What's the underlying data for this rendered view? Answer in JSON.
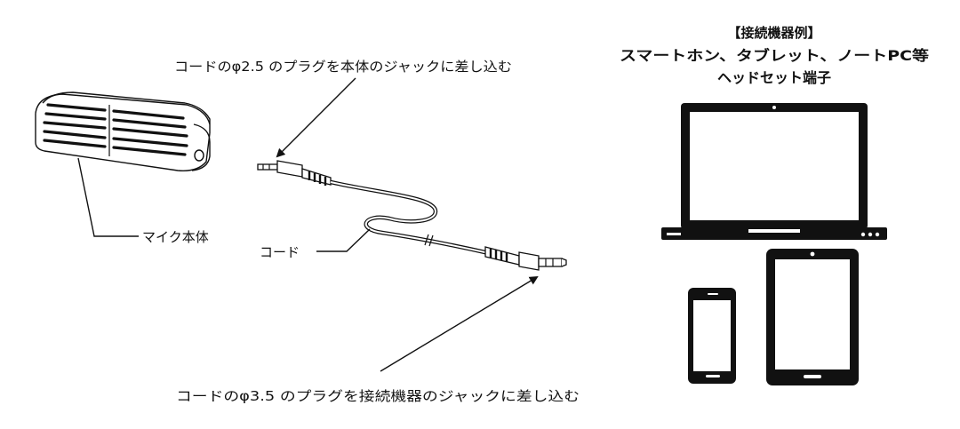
{
  "labels": {
    "top_annotation": "コードのφ2.5 のプラグを本体のジャックに差し込む",
    "bottom_annotation": "コードのφ3.5 のプラグを接続機器のジャックに差し込む",
    "mic_label": "マイク本体",
    "cord_label": "コード"
  },
  "devices": {
    "heading": "【接続機器例】",
    "line1": "スマートホン、タブレット、ノートPC等",
    "line2": "ヘッドセット端子"
  }
}
